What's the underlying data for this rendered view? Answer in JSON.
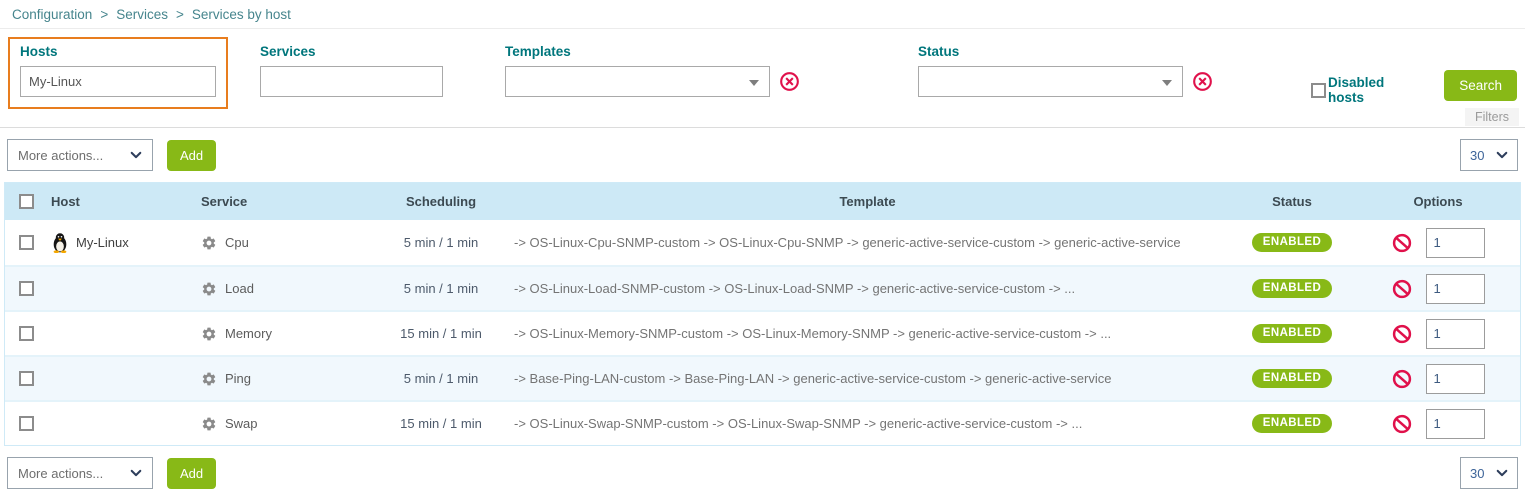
{
  "breadcrumb": {
    "separator": ">",
    "items": [
      "Configuration",
      "Services",
      "Services by host"
    ]
  },
  "filters": {
    "hosts": {
      "label": "Hosts",
      "value": "My-Linux"
    },
    "services": {
      "label": "Services",
      "value": ""
    },
    "templates": {
      "label": "Templates",
      "value": ""
    },
    "status": {
      "label": "Status",
      "value": ""
    },
    "disabled_hosts_label": "Disabled hosts",
    "search_button": "Search",
    "panel_label": "Filters"
  },
  "toolbar": {
    "more_actions": "More actions...",
    "add_button": "Add",
    "page_size": "30"
  },
  "footer": {
    "more_actions": "More actions...",
    "add_button": "Add",
    "page_size": "30"
  },
  "table": {
    "headers": {
      "host": "Host",
      "service": "Service",
      "scheduling": "Scheduling",
      "template": "Template",
      "status": "Status",
      "options": "Options"
    },
    "rows": [
      {
        "host": "My-Linux",
        "service": "Cpu",
        "scheduling": "5 min / 1 min",
        "template": "-> OS-Linux-Cpu-SNMP-custom -> OS-Linux-Cpu-SNMP -> generic-active-service-custom -> generic-active-service",
        "status": "ENABLED",
        "options_value": "1"
      },
      {
        "host": "",
        "service": "Load",
        "scheduling": "5 min / 1 min",
        "template": "-> OS-Linux-Load-SNMP-custom -> OS-Linux-Load-SNMP -> generic-active-service-custom -> ...",
        "status": "ENABLED",
        "options_value": "1"
      },
      {
        "host": "",
        "service": "Memory",
        "scheduling": "15 min / 1 min",
        "template": "-> OS-Linux-Memory-SNMP-custom -> OS-Linux-Memory-SNMP -> generic-active-service-custom -> ...",
        "status": "ENABLED",
        "options_value": "1"
      },
      {
        "host": "",
        "service": "Ping",
        "scheduling": "5 min / 1 min",
        "template": "-> Base-Ping-LAN-custom -> Base-Ping-LAN -> generic-active-service-custom -> generic-active-service",
        "status": "ENABLED",
        "options_value": "1"
      },
      {
        "host": "",
        "service": "Swap",
        "scheduling": "15 min / 1 min",
        "template": "-> OS-Linux-Swap-SNMP-custom -> OS-Linux-Swap-SNMP -> generic-active-service-custom -> ...",
        "status": "ENABLED",
        "options_value": "1"
      }
    ]
  },
  "colors": {
    "teal_label": "#00767c",
    "breadcrumb": "#46858d",
    "highlight_orange": "#e87d1e",
    "action_green": "#88b917",
    "alert_red": "#e0114b",
    "table_header_bg": "#cde9f6",
    "row_alt_bg": "#f1f8fd"
  }
}
